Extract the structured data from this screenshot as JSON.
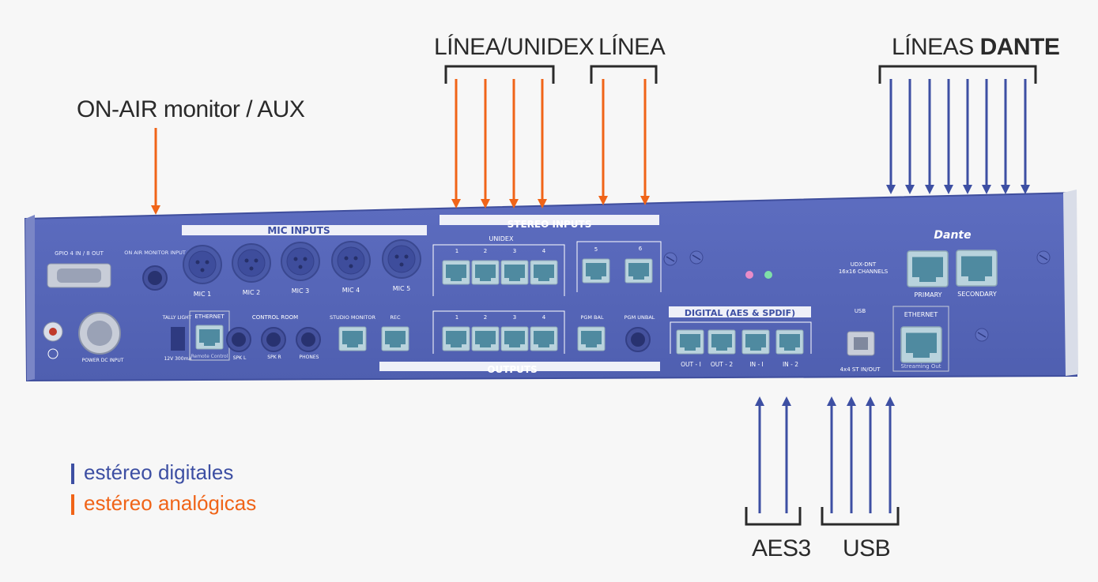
{
  "labels": {
    "onair": "ON-AIR monitor / AUX",
    "linea_unidex": "LÍNEA/UNIDEX",
    "linea": "LÍNEA",
    "lineas_prefix": "LÍNEAS",
    "lineas_bold": "DANTE",
    "aes3": "AES3",
    "usb": "USB"
  },
  "legend": {
    "digital": "estéreo digitales",
    "analog": "estéreo analógicas"
  },
  "colors": {
    "digital": "#3d4fa3",
    "analog": "#f06418",
    "panel": "#5566b8"
  },
  "device": {
    "gpio": "GPIO 4 IN / 8 OUT",
    "onair_input": "ON AIR MONITOR INPUT",
    "mic_inputs": "MIC INPUTS",
    "mics": [
      "MIC 1",
      "MIC 2",
      "MIC 3",
      "MIC 4",
      "MIC 5"
    ],
    "stereo_inputs": "STEREO INPUTS",
    "unidex": "UNIDEX",
    "unidex_nums": [
      "1",
      "2",
      "3",
      "4"
    ],
    "line_nums": [
      "5",
      "6"
    ],
    "dante": "Dante",
    "udx": "UDX-DNT",
    "channels": "16x16 CHANNELS",
    "primary": "PRIMARY",
    "secondary": "SECONDARY",
    "power": "POWER DC INPUT",
    "tally": "TALLY LIGHT",
    "tally_spec": "12V 300mA",
    "ethernet": "ETHERNET",
    "remote": "Remote Control",
    "control_room": "CONTROL ROOM",
    "spk_l": "SPK L",
    "spk_r": "SPK R",
    "phones": "PHONES",
    "studio_monitor": "STUDIO MONITOR",
    "rec": "REC",
    "out_nums": [
      "1",
      "2",
      "3",
      "4"
    ],
    "pgm_bal": "PGM BAL",
    "pgm_unbal": "PGM UNBAL",
    "outputs": "OUTPUTS",
    "digital_title": "DIGITAL (AES & SPDIF)",
    "digital_ports": [
      "OUT - I",
      "OUT - 2",
      "IN - I",
      "IN - 2"
    ],
    "usb": "USB",
    "usb_spec": "4x4 ST IN/OUT",
    "ethernet2": "ETHERNET",
    "streaming": "Streaming Out"
  }
}
